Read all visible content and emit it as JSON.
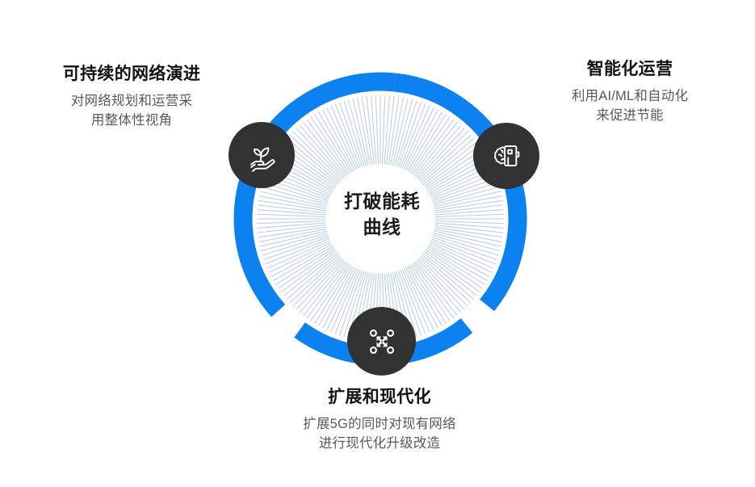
{
  "diagram": {
    "center_text_lines": [
      "打破能耗",
      "曲线"
    ],
    "colors": {
      "accent_blue": "#0b82ef",
      "ray_blue": "#b9cde9",
      "icon_circle": "#323232",
      "heading_text": "#131313",
      "body_text": "#58595b",
      "background": "#ffffff"
    },
    "ring": {
      "segments": 3,
      "gap_positions_deg": [
        270,
        45,
        135
      ]
    }
  },
  "nodes": [
    {
      "id": "sustainable-network-evolution",
      "icon": "plant-in-hand-icon",
      "heading": "可持续的网络演进",
      "body_lines": [
        "对网络规划和运营采",
        "用整体性视角"
      ]
    },
    {
      "id": "intelligent-operations",
      "icon": "brain-server-icon",
      "heading": "智能化运营",
      "body_lines": [
        "利用AI/ML和自动化",
        "来促进节能"
      ]
    },
    {
      "id": "scale-and-modernize",
      "icon": "expand-nodes-icon",
      "heading": "扩展和现代化",
      "body_lines": [
        "扩展5G的同时对现有网络",
        "进行现代化升级改造"
      ]
    }
  ]
}
